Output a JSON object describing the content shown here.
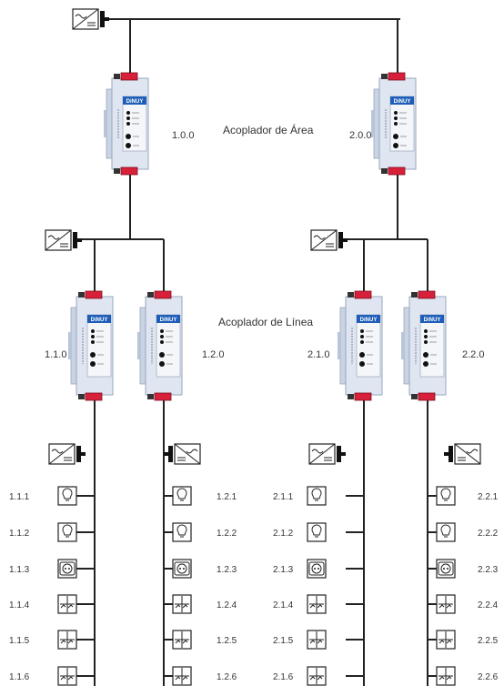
{
  "labels": {
    "area_coupler": "Acoplador de Área",
    "line_coupler": "Acoplador de Línea"
  },
  "brand": "DiNUY",
  "couplers": {
    "area": [
      {
        "id": "1.0.0"
      },
      {
        "id": "2.0.0"
      }
    ],
    "line": [
      {
        "id": "1.1.0"
      },
      {
        "id": "1.2.0"
      },
      {
        "id": "2.1.0"
      },
      {
        "id": "2.2.0"
      }
    ]
  },
  "lines": [
    {
      "devices": [
        {
          "addr": "1.1.1",
          "icon": "bulb-icon"
        },
        {
          "addr": "1.1.2",
          "icon": "bulb-icon"
        },
        {
          "addr": "1.1.3",
          "icon": "socket-icon"
        },
        {
          "addr": "1.1.4",
          "icon": "switch-icon"
        },
        {
          "addr": "1.1.5",
          "icon": "switch-icon"
        },
        {
          "addr": "1.1.6",
          "icon": "switch-icon"
        }
      ]
    },
    {
      "devices": [
        {
          "addr": "1.2.1",
          "icon": "bulb-icon"
        },
        {
          "addr": "1.2.2",
          "icon": "bulb-icon"
        },
        {
          "addr": "1.2.3",
          "icon": "socket-icon"
        },
        {
          "addr": "1.2.4",
          "icon": "switch-icon"
        },
        {
          "addr": "1.2.5",
          "icon": "switch-icon"
        },
        {
          "addr": "1.2.6",
          "icon": "switch-icon"
        }
      ]
    },
    {
      "devices": [
        {
          "addr": "2.1.1",
          "icon": "bulb-icon"
        },
        {
          "addr": "2.1.2",
          "icon": "bulb-icon"
        },
        {
          "addr": "2.1.3",
          "icon": "socket-icon"
        },
        {
          "addr": "2.1.4",
          "icon": "switch-icon"
        },
        {
          "addr": "2.1.5",
          "icon": "switch-icon"
        },
        {
          "addr": "2.1.6",
          "icon": "switch-icon"
        }
      ]
    },
    {
      "devices": [
        {
          "addr": "2.2.1",
          "icon": "bulb-icon"
        },
        {
          "addr": "2.2.2",
          "icon": "bulb-icon"
        },
        {
          "addr": "2.2.3",
          "icon": "socket-icon"
        },
        {
          "addr": "2.2.4",
          "icon": "switch-icon"
        },
        {
          "addr": "2.2.5",
          "icon": "switch-icon"
        },
        {
          "addr": "2.2.6",
          "icon": "switch-icon"
        }
      ]
    }
  ]
}
